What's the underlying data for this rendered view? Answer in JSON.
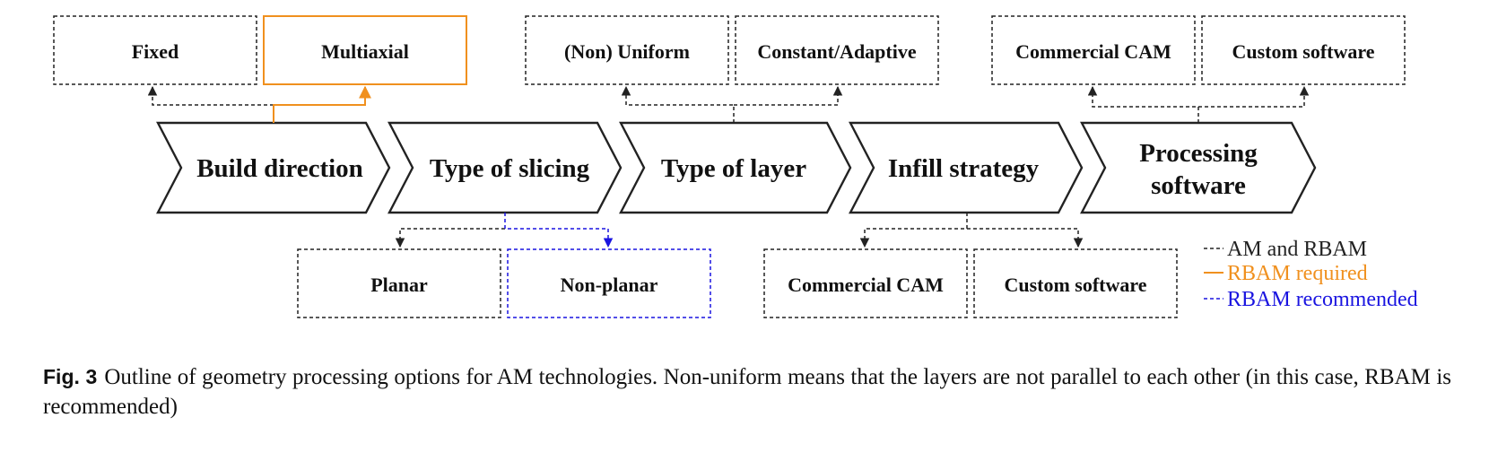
{
  "colors": {
    "black": "#222222",
    "orange": "#f0901e",
    "blue": "#1a14e0"
  },
  "steps": [
    {
      "label_lines": [
        "Build direction"
      ]
    },
    {
      "label_lines": [
        "Type of slicing"
      ]
    },
    {
      "label_lines": [
        "Type of layer"
      ]
    },
    {
      "label_lines": [
        "Infill strategy"
      ]
    },
    {
      "label_lines": [
        "Processing",
        "software"
      ]
    }
  ],
  "options": {
    "build_direction": {
      "fixed": "Fixed",
      "multiaxial": "Multiaxial"
    },
    "type_of_slicing": {
      "planar": "Planar",
      "non_planar": "Non-planar"
    },
    "type_of_layer": {
      "non_uniform": "(Non) Uniform",
      "constant_adaptive": "Constant/Adaptive"
    },
    "infill_strategy": {
      "commercial_cam": "Commercial CAM",
      "custom_software": "Custom software"
    },
    "processing_software": {
      "commercial_cam": "Commercial CAM",
      "custom_software": "Custom software"
    }
  },
  "legend": [
    {
      "text": "AM and RBAM",
      "style": "dashed",
      "color": "black"
    },
    {
      "text": "RBAM required",
      "style": "solid",
      "color": "orange"
    },
    {
      "text": "RBAM recommended",
      "style": "dashed",
      "color": "blue"
    }
  ],
  "caption": {
    "label": "Fig. 3",
    "text": "Outline of geometry processing options for AM technologies. Non-uniform means that the layers are not parallel to each other (in this case, RBAM is recommended)"
  }
}
